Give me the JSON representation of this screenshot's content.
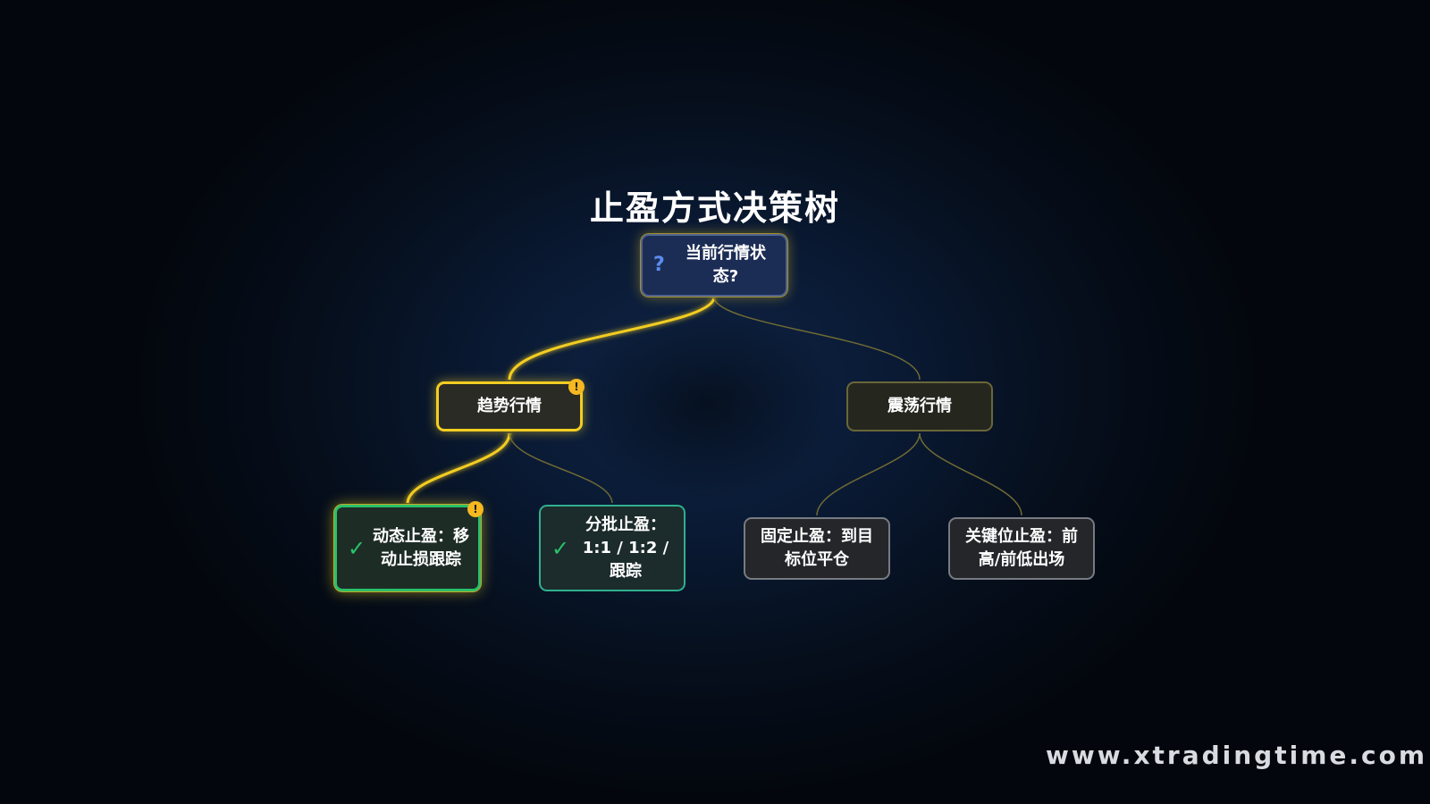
{
  "title": "止盈方式决策树",
  "nodes": {
    "root": "当前行情状态?",
    "trend": "趋势行情",
    "range": "震荡行情",
    "dynamic": "动态止盈：移动止损跟踪",
    "batch": "分批止盈：1:1 / 1:2 / 跟踪",
    "fixed": "固定止盈：到目标位平仓",
    "key": "关键位止盈：前高/前低出场"
  },
  "icons": {
    "root": "?",
    "dynamic": "✓",
    "batch": "✓",
    "badge": "!"
  },
  "colors": {
    "highlight": "#f3cd22",
    "success": "#29c06c",
    "question": "#5b8def",
    "badge": "#f5b820"
  },
  "watermark": "www.xtradingtime.com"
}
